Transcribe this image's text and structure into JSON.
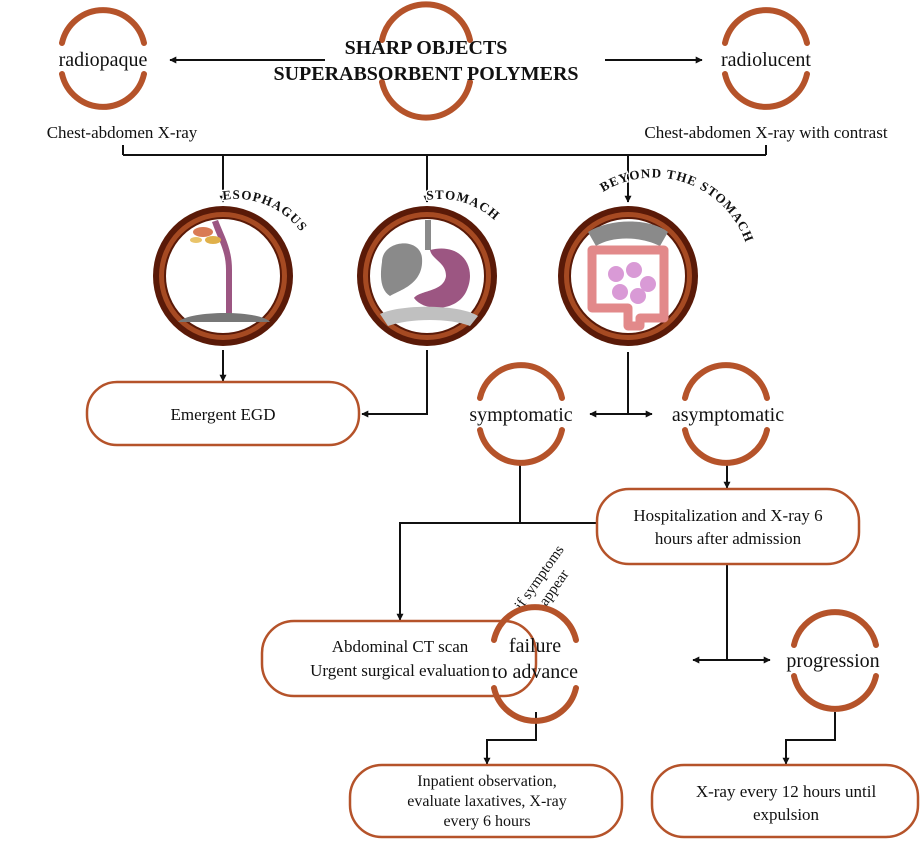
{
  "colors": {
    "accent": "#b5532a",
    "ring_dark": "#5a1a08",
    "ring_mid": "#a64a22",
    "organ_purple": "#9c5682",
    "organ_gray": "#8a8a8a",
    "intestine_pink": "#e2898a"
  },
  "header": {
    "line1": "SHARP OBJECTS",
    "line2": "SUPERABSORBENT POLYMERS"
  },
  "left_branch": {
    "label": "radiopaque",
    "exam": "Chest-abdomen X-ray"
  },
  "right_branch": {
    "label": "radiolucent",
    "exam": "Chest-abdomen X-ray with contrast"
  },
  "locations": [
    {
      "label": "ESOPHAGUS",
      "icon": "esophagus-icon"
    },
    {
      "label": "STOMACH",
      "icon": "stomach-icon"
    },
    {
      "label": "BEYOND THE STOMACH",
      "icon": "intestine-icon"
    }
  ],
  "emergent_box": "Emergent EGD",
  "symptomatic": "symptomatic",
  "asymptomatic": "asymptomatic",
  "hospitalization": {
    "line1": "Hospitalization and X-ray 6",
    "line2": "hours after admission"
  },
  "if_symptoms": {
    "line1": "if symptoms",
    "line2": "appear"
  },
  "ct_box": {
    "line1": "Abdominal CT scan",
    "line2": "Urgent surgical evaluation"
  },
  "failure": {
    "line1": "failure",
    "line2": "to advance"
  },
  "progression": "progression",
  "inpatient": {
    "line1": "Inpatient observation,",
    "line2": "evaluate laxatives, X-ray",
    "line3": "every 6 hours"
  },
  "xray12": {
    "line1": "X-ray every 12 hours until",
    "line2": "expulsion"
  }
}
